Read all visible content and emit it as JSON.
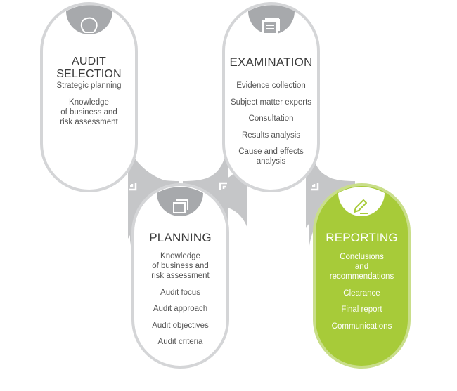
{
  "colors": {
    "connector": "#c5c6c8",
    "pill_border": "#d4d5d7",
    "pill_fill": "#ffffff",
    "icon_disk": "#a7a9ac",
    "accent_green": "#a7cb39",
    "green_border": "#c9de8a"
  },
  "stages": [
    {
      "title": "AUDIT SELECTION",
      "icon": "lightbulb-icon",
      "items": [
        "Strategic planning",
        "Knowledge\nof business and\nrisk assessment"
      ]
    },
    {
      "title": "PLANNING",
      "icon": "copy-icon",
      "items": [
        "Knowledge\nof business and\nrisk assessment",
        "Audit focus",
        "Audit approach",
        "Audit objectives",
        "Audit criteria"
      ]
    },
    {
      "title": "EXAMINATION",
      "icon": "document-icon",
      "items": [
        "Evidence collection",
        "Subject matter experts",
        "Consultation",
        "Results analysis",
        "Cause and effects\nanalysis"
      ]
    },
    {
      "title": "REPORTING",
      "icon": "pencil-icon",
      "items": [
        "Conclusions\nand\nrecommendations",
        "Clearance",
        "Final report",
        "Communications"
      ]
    }
  ]
}
